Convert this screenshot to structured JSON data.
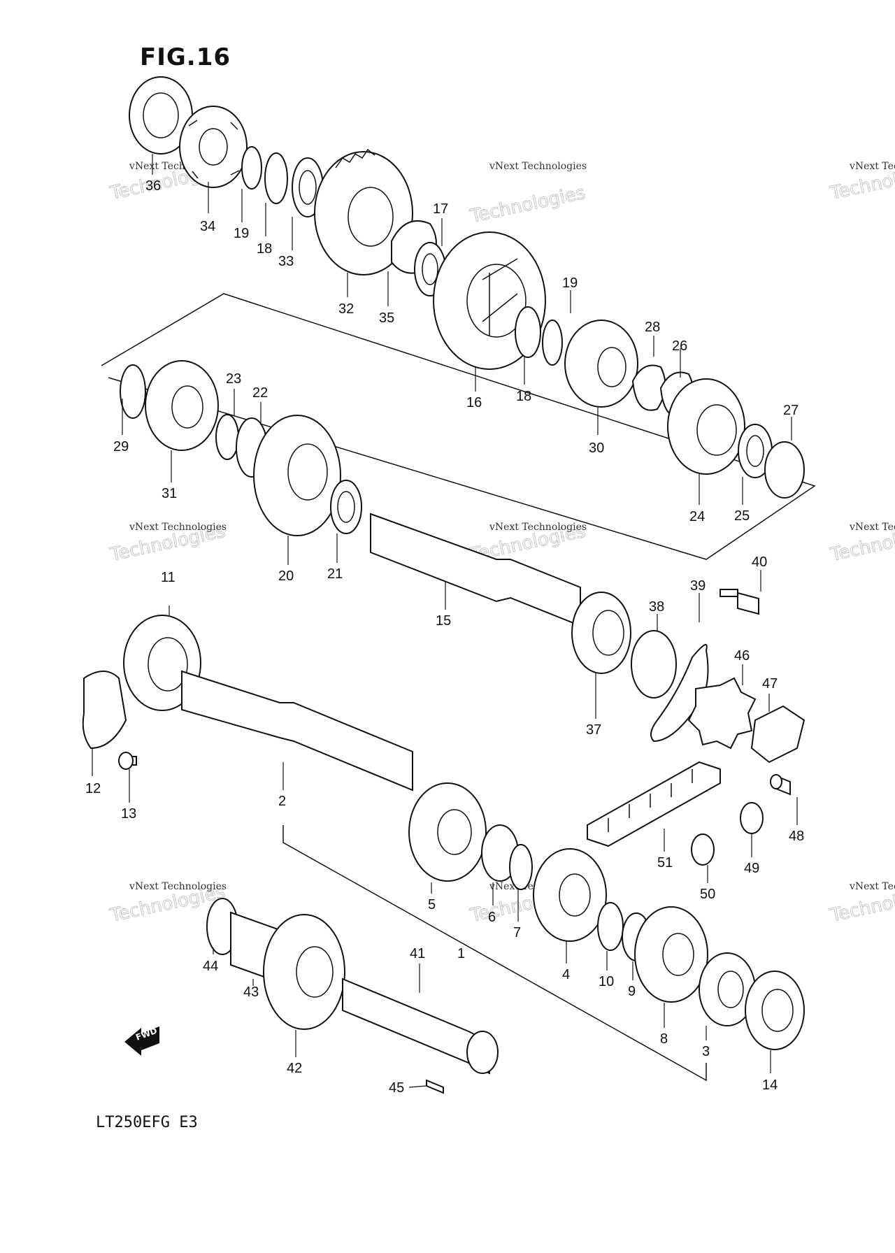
{
  "figure": {
    "title": "FIG.16",
    "model_code": "LT250EFG  E3"
  },
  "watermark": {
    "line1": "vNext Technologies",
    "line2": "Technologies"
  },
  "fwd_arrow": {
    "label": "FWD"
  },
  "callouts": {
    "p1": "1",
    "p2": "2",
    "p3": "3",
    "p4": "4",
    "p5": "5",
    "p6": "6",
    "p7": "7",
    "p8": "8",
    "p9": "9",
    "p10": "10",
    "p11": "11",
    "p12": "12",
    "p13": "13",
    "p14": "14",
    "p15": "15",
    "p16": "16",
    "p17": "17",
    "p18a": "18",
    "p18b": "18",
    "p19a": "19",
    "p19b": "19",
    "p20": "20",
    "p21": "21",
    "p22": "22",
    "p23": "23",
    "p24": "24",
    "p25": "25",
    "p26": "26",
    "p27": "27",
    "p28": "28",
    "p29": "29",
    "p30": "30",
    "p31": "31",
    "p32": "32",
    "p33": "33",
    "p34": "34",
    "p35": "35",
    "p36": "36",
    "p37": "37",
    "p38": "38",
    "p39": "39",
    "p40": "40",
    "p41": "41",
    "p42": "42",
    "p43": "43",
    "p44": "44",
    "p45": "45",
    "p46": "46",
    "p47": "47",
    "p48": "48",
    "p49": "49",
    "p50": "50",
    "p51": "51"
  }
}
